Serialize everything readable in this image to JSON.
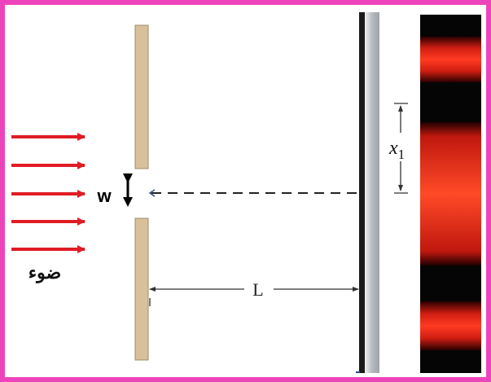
{
  "labels": {
    "light": "ضوء",
    "slit_width": "w",
    "distance": "L",
    "fringe_symbol": "x",
    "fringe_subscript": "1"
  },
  "colors": {
    "frame": "#ee44bb",
    "arrow": "#e01c24",
    "slit": "#d8c09a",
    "screen_dark": "#1a1a1a",
    "screen_light": "#c8cbd0",
    "pattern_dark": "#050505",
    "pattern_bright": "#ff2a1a"
  },
  "pattern": [
    {
      "kind": "dark"
    },
    {
      "kind": "bright-side"
    },
    {
      "kind": "dark"
    },
    {
      "kind": "bright-central"
    },
    {
      "kind": "dark"
    },
    {
      "kind": "bright-side"
    },
    {
      "kind": "dark"
    }
  ]
}
